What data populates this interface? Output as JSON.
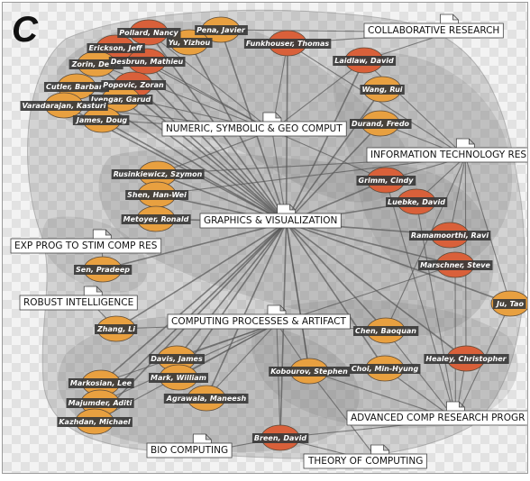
{
  "panel_letter": "C",
  "colors": {
    "node_light": "#e8a040",
    "node_dark": "#d9603a",
    "edge": "#555555",
    "cluster_fill": "#777777"
  },
  "topics": [
    {
      "id": "collab",
      "label": "COLLABORATIVE RESEARCH"
    },
    {
      "id": "numeric",
      "label": "NUMERIC, SYMBOLIC & GEO COMPUT"
    },
    {
      "id": "infotech",
      "label": "INFORMATION TECHNOLOGY RES"
    },
    {
      "id": "graphics",
      "label": "GRAPHICS & VISUALIZATION"
    },
    {
      "id": "expprog",
      "label": "EXP PROG TO STIM COMP RES"
    },
    {
      "id": "robust",
      "label": "ROBUST INTELLIGENCE"
    },
    {
      "id": "computing",
      "label": "COMPUTING PROCESSES & ARTIFACT"
    },
    {
      "id": "advanced",
      "label": "ADVANCED COMP RESEARCH PROGR"
    },
    {
      "id": "bio",
      "label": "BIO COMPUTING"
    },
    {
      "id": "theory",
      "label": "THEORY OF COMPUTING"
    }
  ],
  "people": [
    {
      "id": "pollard",
      "name": "Pollard, Nancy",
      "shade": "dark"
    },
    {
      "id": "pena",
      "name": "Pena, Javier",
      "shade": "light"
    },
    {
      "id": "erickson",
      "name": "Erickson, Jeff",
      "shade": "dark"
    },
    {
      "id": "yu",
      "name": "Yu, Yizhou",
      "shade": "light"
    },
    {
      "id": "zorin",
      "name": "Zorin, Denis",
      "shade": "light"
    },
    {
      "id": "desbrun",
      "name": "Desbrun, Mathieu",
      "shade": "dark"
    },
    {
      "id": "funkhouser",
      "name": "Funkhouser, Thomas",
      "shade": "dark"
    },
    {
      "id": "laidlaw",
      "name": "Laidlaw, David",
      "shade": "dark"
    },
    {
      "id": "cutler",
      "name": "Cutler, Barbara",
      "shade": "light"
    },
    {
      "id": "popovic",
      "name": "Popovic, Zoran",
      "shade": "dark"
    },
    {
      "id": "iyengar",
      "name": "Iyengar, Garud",
      "shade": "light"
    },
    {
      "id": "varadarajan",
      "name": "Varadarajan, Kasturi",
      "shade": "light"
    },
    {
      "id": "wang",
      "name": "Wang, Rui",
      "shade": "light"
    },
    {
      "id": "james",
      "name": "James, Doug",
      "shade": "light"
    },
    {
      "id": "durand",
      "name": "Durand, Fredo",
      "shade": "light"
    },
    {
      "id": "rusinkiewicz",
      "name": "Rusinkiewicz, Szymon",
      "shade": "light"
    },
    {
      "id": "grimm",
      "name": "Grimm, Cindy",
      "shade": "dark"
    },
    {
      "id": "shen",
      "name": "Shen, Han-Wei",
      "shade": "light"
    },
    {
      "id": "luebke",
      "name": "Luebke, David",
      "shade": "dark"
    },
    {
      "id": "metoyer",
      "name": "Metoyer, Ronald",
      "shade": "light"
    },
    {
      "id": "ramamoorthi",
      "name": "Ramamoorthi, Ravi",
      "shade": "dark"
    },
    {
      "id": "marschner",
      "name": "Marschner, Steve",
      "shade": "dark"
    },
    {
      "id": "sen",
      "name": "Sen, Pradeep",
      "shade": "light"
    },
    {
      "id": "ju",
      "name": "Ju, Tao",
      "shade": "light"
    },
    {
      "id": "zhang",
      "name": "Zhang, Li",
      "shade": "light"
    },
    {
      "id": "chen",
      "name": "Chen, Baoquan",
      "shade": "light"
    },
    {
      "id": "davis",
      "name": "Davis, James",
      "shade": "light"
    },
    {
      "id": "healey",
      "name": "Healey, Christopher",
      "shade": "dark"
    },
    {
      "id": "mark",
      "name": "Mark, William",
      "shade": "light"
    },
    {
      "id": "markosian",
      "name": "Markosian, Lee",
      "shade": "light"
    },
    {
      "id": "kobourov",
      "name": "Kobourov, Stephen",
      "shade": "light"
    },
    {
      "id": "choi",
      "name": "Choi, Min-Hyung",
      "shade": "light"
    },
    {
      "id": "agrawala",
      "name": "Agrawala, Maneesh",
      "shade": "light"
    },
    {
      "id": "majumder",
      "name": "Majumder, Aditi",
      "shade": "light"
    },
    {
      "id": "kazhdan",
      "name": "Kazhdan, Michael",
      "shade": "light"
    },
    {
      "id": "breen",
      "name": "Breen, David",
      "shade": "dark"
    }
  ],
  "edges": [
    [
      "graphics",
      "pollard"
    ],
    [
      "graphics",
      "pena"
    ],
    [
      "graphics",
      "erickson"
    ],
    [
      "graphics",
      "yu"
    ],
    [
      "graphics",
      "zorin"
    ],
    [
      "graphics",
      "desbrun"
    ],
    [
      "graphics",
      "funkhouser"
    ],
    [
      "graphics",
      "laidlaw"
    ],
    [
      "graphics",
      "cutler"
    ],
    [
      "graphics",
      "popovic"
    ],
    [
      "graphics",
      "iyengar"
    ],
    [
      "graphics",
      "varadarajan"
    ],
    [
      "graphics",
      "wang"
    ],
    [
      "graphics",
      "james"
    ],
    [
      "graphics",
      "durand"
    ],
    [
      "graphics",
      "rusinkiewicz"
    ],
    [
      "graphics",
      "grimm"
    ],
    [
      "graphics",
      "shen"
    ],
    [
      "graphics",
      "luebke"
    ],
    [
      "graphics",
      "metoyer"
    ],
    [
      "graphics",
      "ramamoorthi"
    ],
    [
      "graphics",
      "marschner"
    ],
    [
      "graphics",
      "sen"
    ],
    [
      "graphics",
      "ju"
    ],
    [
      "graphics",
      "zhang"
    ],
    [
      "graphics",
      "chen"
    ],
    [
      "graphics",
      "davis"
    ],
    [
      "graphics",
      "healey"
    ],
    [
      "graphics",
      "mark"
    ],
    [
      "graphics",
      "markosian"
    ],
    [
      "graphics",
      "kobourov"
    ],
    [
      "graphics",
      "choi"
    ],
    [
      "graphics",
      "agrawala"
    ],
    [
      "graphics",
      "majumder"
    ],
    [
      "graphics",
      "kazhdan"
    ],
    [
      "graphics",
      "breen"
    ],
    [
      "numeric",
      "pollard"
    ],
    [
      "numeric",
      "erickson"
    ],
    [
      "numeric",
      "zorin"
    ],
    [
      "numeric",
      "desbrun"
    ],
    [
      "numeric",
      "cutler"
    ],
    [
      "numeric",
      "varadarajan"
    ],
    [
      "numeric",
      "james"
    ],
    [
      "numeric",
      "funkhouser"
    ],
    [
      "numeric",
      "laidlaw"
    ],
    [
      "numeric",
      "kobourov"
    ],
    [
      "numeric",
      "grimm"
    ],
    [
      "numeric",
      "rusinkiewicz"
    ],
    [
      "infotech",
      "funkhouser"
    ],
    [
      "infotech",
      "laidlaw"
    ],
    [
      "infotech",
      "durand"
    ],
    [
      "infotech",
      "grimm"
    ],
    [
      "infotech",
      "luebke"
    ],
    [
      "infotech",
      "ramamoorthi"
    ],
    [
      "infotech",
      "shen"
    ],
    [
      "infotech",
      "chen"
    ],
    [
      "infotech",
      "healey"
    ],
    [
      "infotech",
      "rusinkiewicz"
    ],
    [
      "infotech",
      "ju"
    ],
    [
      "collab",
      "funkhouser"
    ],
    [
      "collab",
      "laidlaw"
    ],
    [
      "collab",
      "pena"
    ],
    [
      "computing",
      "zhang"
    ],
    [
      "computing",
      "davis"
    ],
    [
      "computing",
      "mark"
    ],
    [
      "computing",
      "agrawala"
    ],
    [
      "computing",
      "markosian"
    ],
    [
      "computing",
      "kobourov"
    ],
    [
      "computing",
      "breen"
    ],
    [
      "computing",
      "chen"
    ],
    [
      "computing",
      "marschner"
    ],
    [
      "computing",
      "kazhdan"
    ],
    [
      "computing",
      "majumder"
    ],
    [
      "advanced",
      "kobourov"
    ],
    [
      "advanced",
      "choi"
    ],
    [
      "advanced",
      "healey"
    ],
    [
      "advanced",
      "chen"
    ],
    [
      "advanced",
      "breen"
    ],
    [
      "advanced",
      "ju"
    ],
    [
      "advanced",
      "luebke"
    ],
    [
      "advanced",
      "grimm"
    ],
    [
      "advanced",
      "marschner"
    ],
    [
      "expprog",
      "sen"
    ],
    [
      "robust",
      "zhang"
    ],
    [
      "bio",
      "breen"
    ],
    [
      "theory",
      "kobourov"
    ],
    [
      "theory",
      "breen"
    ]
  ]
}
